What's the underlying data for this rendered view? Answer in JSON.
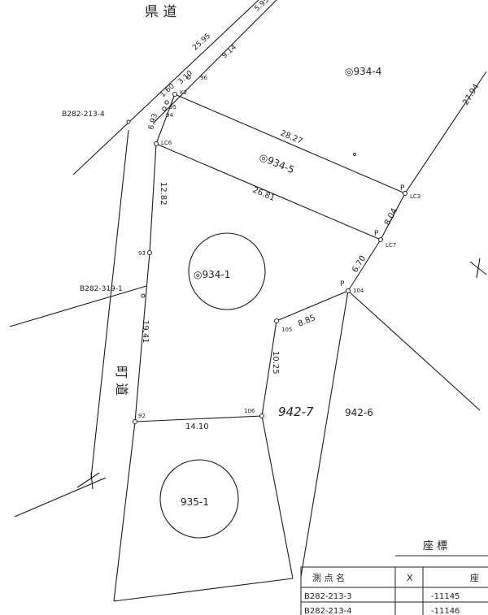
{
  "road_labels": {
    "prefectural": "県 道",
    "town": "町 道"
  },
  "parcels": {
    "p934_4": "◎934-4",
    "p934_5": "◎934-5",
    "p934_1": "◎934-1",
    "p935_1": "935-1",
    "p942_6": "942-6",
    "p942_handwritten": "942-7"
  },
  "distances": {
    "d25_95": "25.95",
    "d9_14": "9.14",
    "d3_10": "3.10",
    "d1_60": "1.60",
    "d28_27": "28.27",
    "d26_81": "26.81",
    "d12_82": "12.82",
    "d19_41": "19.41",
    "d14_10": "14.10",
    "d10_25": "10.25",
    "d8_85": "8.85",
    "d8_04": "8.04",
    "d6_70": "6.70",
    "d27_94": "27.94",
    "d5_95": "5.95",
    "d6_93": "6.93"
  },
  "points": {
    "b213_4": "B282-213-4",
    "b319_1": "B282-319-1",
    "k2": "K2",
    "n95": "95",
    "n94": "94",
    "n96": "96",
    "lc6": "LC6",
    "lc3": "LC3",
    "lc7": "LC7",
    "n104": "104",
    "n105": "105",
    "n106": "106",
    "n93": "93",
    "n92": "92",
    "p_lc3": "P",
    "p_lc7": "P",
    "p_104": "P"
  },
  "coord_table": {
    "title": "座 標",
    "headers": [
      "測 点 名",
      "X",
      "座"
    ],
    "rows": [
      [
        "B282-213-3",
        "-11145"
      ],
      [
        "B282-213-4",
        "-11146"
      ]
    ]
  }
}
